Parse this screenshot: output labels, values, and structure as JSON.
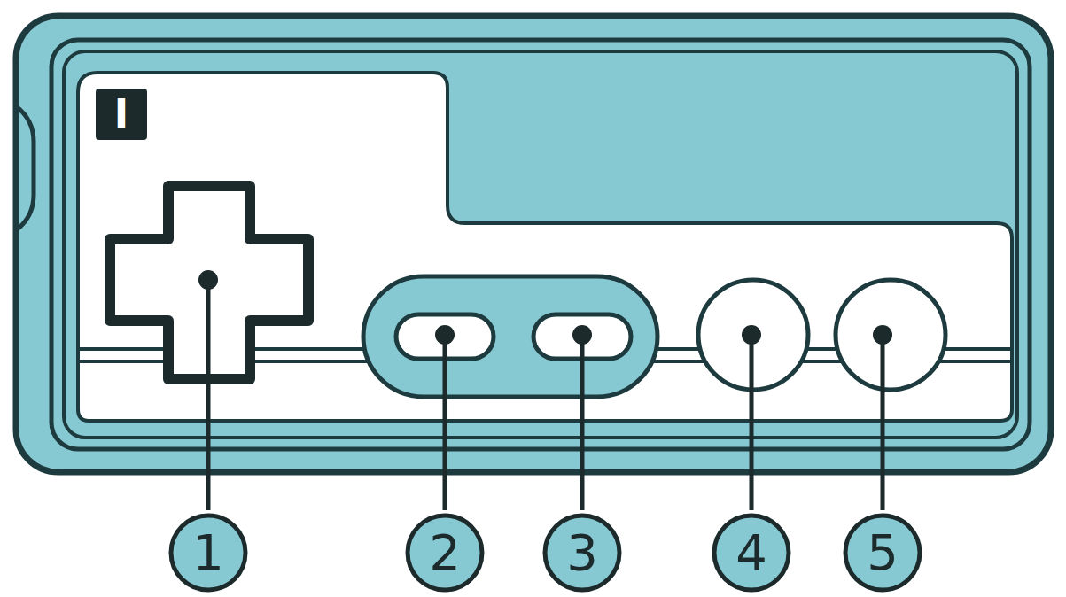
{
  "diagram": {
    "labels": [
      "I",
      "1",
      "2",
      "3",
      "4",
      "5"
    ]
  }
}
